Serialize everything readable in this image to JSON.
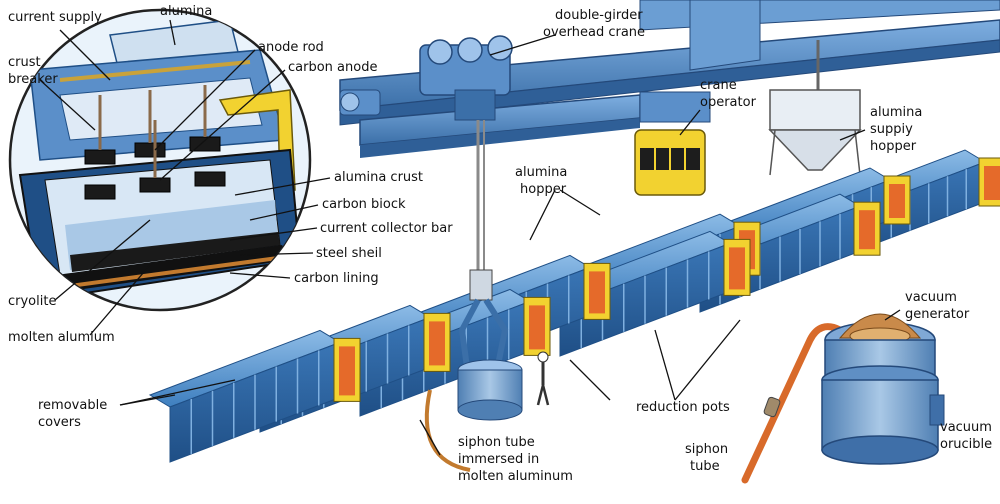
{
  "labels": {
    "current_supply": "current supply",
    "alumina": "alumina",
    "crust_breaker_1": "crust",
    "crust_breaker_2": "breaker",
    "anode_rod": "anode rod",
    "carbon_anode": "carbon anode",
    "alumina_crust": "alumina crust",
    "carbon_block": "carbon biock",
    "current_collector_bar": "current collector bar",
    "steel_shell": "steel sheil",
    "carbon_lining": "carbon lining",
    "cryolite": "cryolite",
    "molten_aluminium": "molten alumium",
    "double_girder_1": "double-girder",
    "double_girder_2": "overhead crane",
    "crane_operator_1": "crane",
    "crane_operator_2": "operator",
    "alumina_supply_hopper_1": "alumina",
    "alumina_supply_hopper_2": "suppiy",
    "alumina_supply_hopper_3": "hopper",
    "alumina_hopper_1": "alumina",
    "alumina_hopper_2": "hopper",
    "vacuum_generator_1": "vacuum",
    "vacuum_generator_2": "generator",
    "reduction_pots": "reduction pots",
    "removable_covers_1": "removable",
    "removable_covers_2": "covers",
    "siphon_immersed_1": "siphon tube",
    "siphon_immersed_2": "immersed in",
    "siphon_immersed_3": "molten aluminum",
    "siphon_tube_1": "siphon",
    "siphon_tube_2": "tube",
    "vacuum_crucible_1": "vacuum",
    "vacuum_crucible_2": "orucible"
  },
  "colors": {
    "pot_blue": "#3f7fbf",
    "pot_dark": "#1f4f86",
    "pot_light": "#7fb0e0",
    "crane_blue": "#5b8fc9",
    "yellow": "#f2d230",
    "orange": "#e56a2a",
    "inset_fill": "#eaf3fb"
  }
}
